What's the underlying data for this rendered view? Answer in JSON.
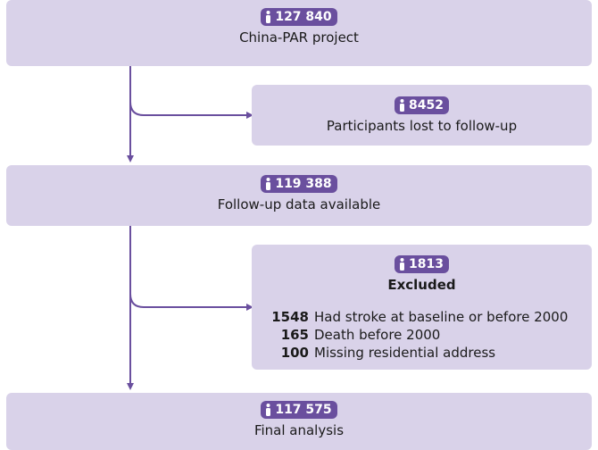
{
  "boxes": [
    {
      "count": "127 840",
      "label": "China-PAR project"
    },
    {
      "count": "8452",
      "label": "Participants lost to follow-up"
    },
    {
      "count": "119 388",
      "label": "Follow-up data available"
    },
    {
      "count": "1813",
      "label": "Excluded",
      "items": [
        {
          "n": "1548",
          "text": "Had stroke at baseline or before 2000"
        },
        {
          "n": "165",
          "text": "Death before 2000"
        },
        {
          "n": "100",
          "text": "Missing residential address"
        }
      ]
    },
    {
      "count": "117 575",
      "label": "Final analysis"
    }
  ],
  "colors": {
    "box": "#d9d2e9",
    "badge": "#6a4f9e",
    "arrow": "#6a4f9e"
  },
  "icons": {
    "badge": "person-icon"
  }
}
